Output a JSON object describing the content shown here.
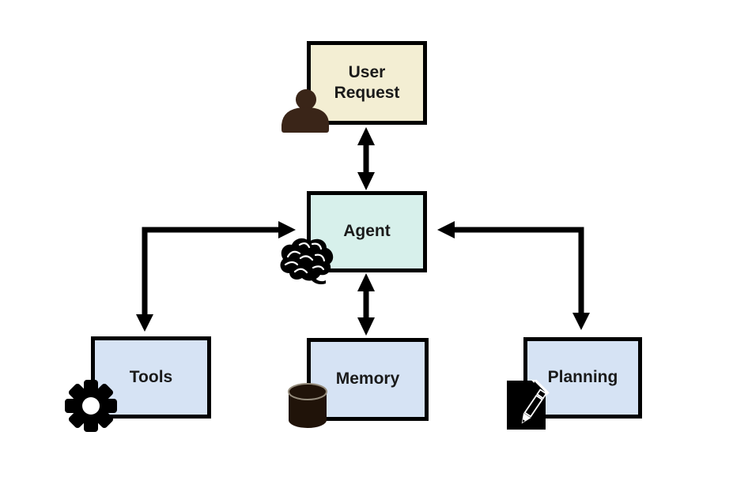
{
  "nodes": {
    "user_request": {
      "label": "User Request"
    },
    "agent": {
      "label": "Agent"
    },
    "tools": {
      "label": "Tools"
    },
    "memory": {
      "label": "Memory"
    },
    "planning": {
      "label": "Planning"
    }
  },
  "icons": {
    "user_request": "person-icon",
    "agent": "brain-icon",
    "tools": "gear-icon",
    "memory": "database-icon",
    "planning": "document-pencil-icon"
  },
  "edges": [
    {
      "between": [
        "user_request",
        "agent"
      ],
      "style": "straight-vertical",
      "arrowheads": "both"
    },
    {
      "between": [
        "agent",
        "memory"
      ],
      "style": "straight-vertical",
      "arrowheads": "both"
    },
    {
      "between": [
        "tools",
        "agent"
      ],
      "style": "elbow",
      "arrowheads": "both"
    },
    {
      "between": [
        "planning",
        "agent"
      ],
      "style": "elbow",
      "arrowheads": "both"
    }
  ],
  "colors": {
    "background": "#ffffff",
    "border": "#000000",
    "arrow": "#000000",
    "text": "#1a1a1a",
    "user_request_fill": "#f3eed3",
    "agent_fill": "#d7f0eb",
    "tools_fill": "#d6e3f4",
    "memory_fill": "#d6e3f4",
    "planning_fill": "#d6e3f4",
    "person_icon": "#3a2518",
    "database_icon": "#201309",
    "database_rim": "#958c7c",
    "icon_black": "#000000",
    "icon_detail": "#ffffff"
  }
}
